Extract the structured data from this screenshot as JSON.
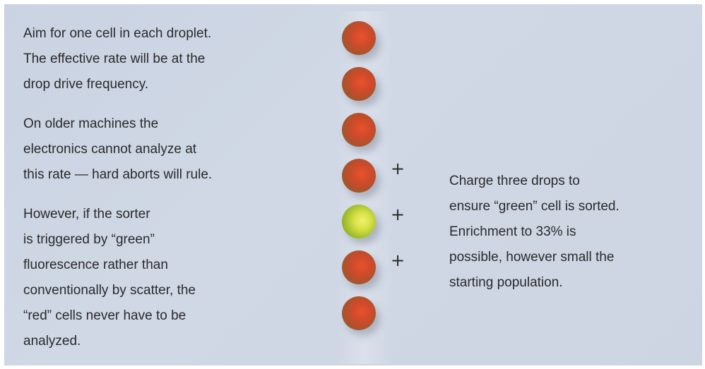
{
  "left_text": {
    "paragraph1": [
      "Aim for one cell in each droplet.",
      "The effective rate will be at the",
      "drop drive frequency."
    ],
    "paragraph2": [
      "On older machines the",
      "electronics cannot analyze at",
      "this rate — hard aborts will rule."
    ],
    "paragraph3": [
      "However, if the  sorter",
      "is triggered by “green”",
      "fluorescence rather than",
      "conventionally by scatter, the",
      "“red” cells never have to be",
      "analyzed."
    ]
  },
  "right_text": {
    "paragraph": [
      "Charge three drops to",
      "ensure “green” cell is sorted.",
      "Enrichment to 33% is",
      "possible, however small the",
      "starting population."
    ]
  },
  "droplets": [
    {
      "color": "red",
      "charged": false
    },
    {
      "color": "red",
      "charged": false
    },
    {
      "color": "red",
      "charged": false
    },
    {
      "color": "red",
      "charged": true
    },
    {
      "color": "green",
      "charged": true
    },
    {
      "color": "red",
      "charged": true
    },
    {
      "color": "red",
      "charged": false
    }
  ],
  "charge_symbol": "+",
  "colors": {
    "background": "#cdd5e3",
    "text": "#2a2a2a",
    "red_drop": "#cf4a2a",
    "green_drop": "#c9d83a"
  }
}
